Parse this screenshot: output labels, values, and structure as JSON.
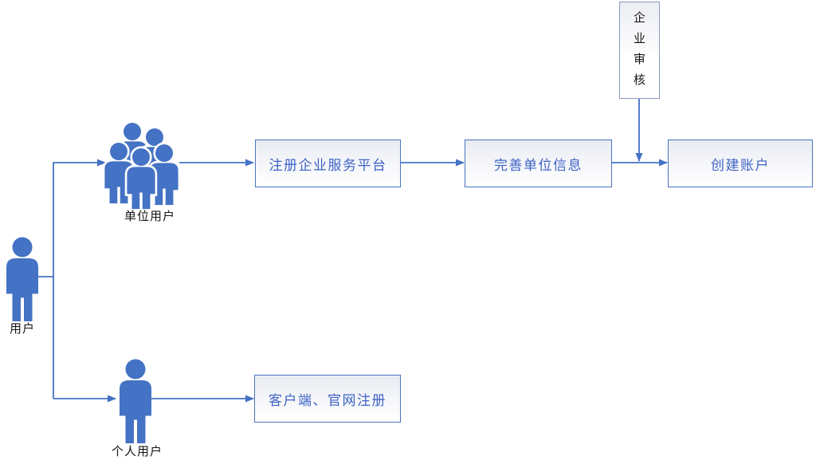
{
  "flowchart": {
    "labels": {
      "user": "用户",
      "org_user": "单位用户",
      "personal_user": "个人用户"
    },
    "boxes": {
      "register_platform": "注册企业服务平台",
      "complete_org_info": "完善单位信息",
      "create_account": "创建账户",
      "enterprise_review": "企业审核",
      "client_web_register": "客户端、官网注册"
    },
    "icons": {
      "user": "single-person-icon",
      "org_user": "people-group-icon",
      "personal_user": "single-person-icon"
    },
    "colors": {
      "accent_blue": "#4472C4",
      "box_border_blue": "#4A72BF",
      "box_text_blue": "#3D63C5",
      "box_fill_top": "#E9EBF2",
      "box_fill_bottom": "#FFFFFF",
      "review_box_border": "#8A9AC4",
      "review_text": "#141414",
      "label_text": "#141414"
    }
  }
}
